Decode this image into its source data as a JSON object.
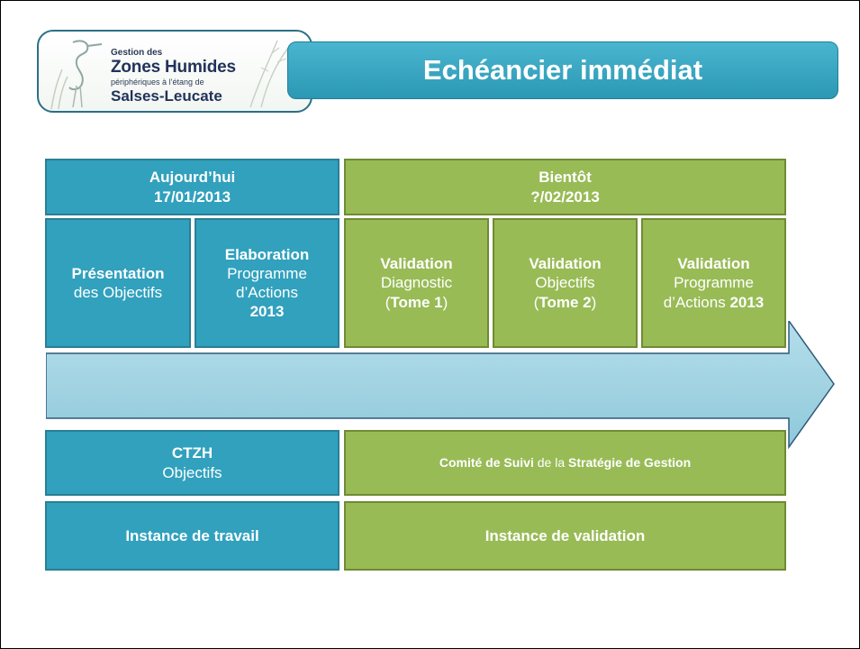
{
  "logo": {
    "line1": "Gestion des",
    "line2": "Zones Humides",
    "line3": "périphériques à l’étang de",
    "line4": "Salses-Leucate"
  },
  "title": "Echéancier immédiat",
  "today": {
    "label": "Aujourd’hui",
    "date": "17/01/2013"
  },
  "soon": {
    "label": "Bientôt",
    "date": "?/02/2013"
  },
  "steps": {
    "presentation": {
      "bold": "Présentation",
      "rest": "des Objectifs"
    },
    "elaboration": {
      "bold": "Elaboration",
      "line2": "Programme",
      "line3": "d’Actions",
      "year": "2013"
    },
    "validation_diag": {
      "bold": "Validation",
      "line2": "Diagnostic",
      "open": "(",
      "tome": "Tome 1",
      "close": ")"
    },
    "validation_obj": {
      "bold": "Validation",
      "line2": "Objectifs",
      "open": "(",
      "tome": "Tome 2",
      "close": ")"
    },
    "validation_prog": {
      "bold": "Validation",
      "line2": "Programme",
      "line3": "d’Actions ",
      "year": "2013"
    }
  },
  "ctzh": {
    "title": "CTZH",
    "sub": "Objectifs"
  },
  "comite": {
    "bold1": "Comité de Suivi",
    "mid": " de la ",
    "bold2": "Stratégie de Gestion"
  },
  "instance_travail": "Instance de travail",
  "instance_validation": "Instance de validation",
  "colors": {
    "blue": "#31a1bd",
    "green": "#98bb56",
    "arrow": "#9fd0e0",
    "title": "#2b98b4"
  }
}
